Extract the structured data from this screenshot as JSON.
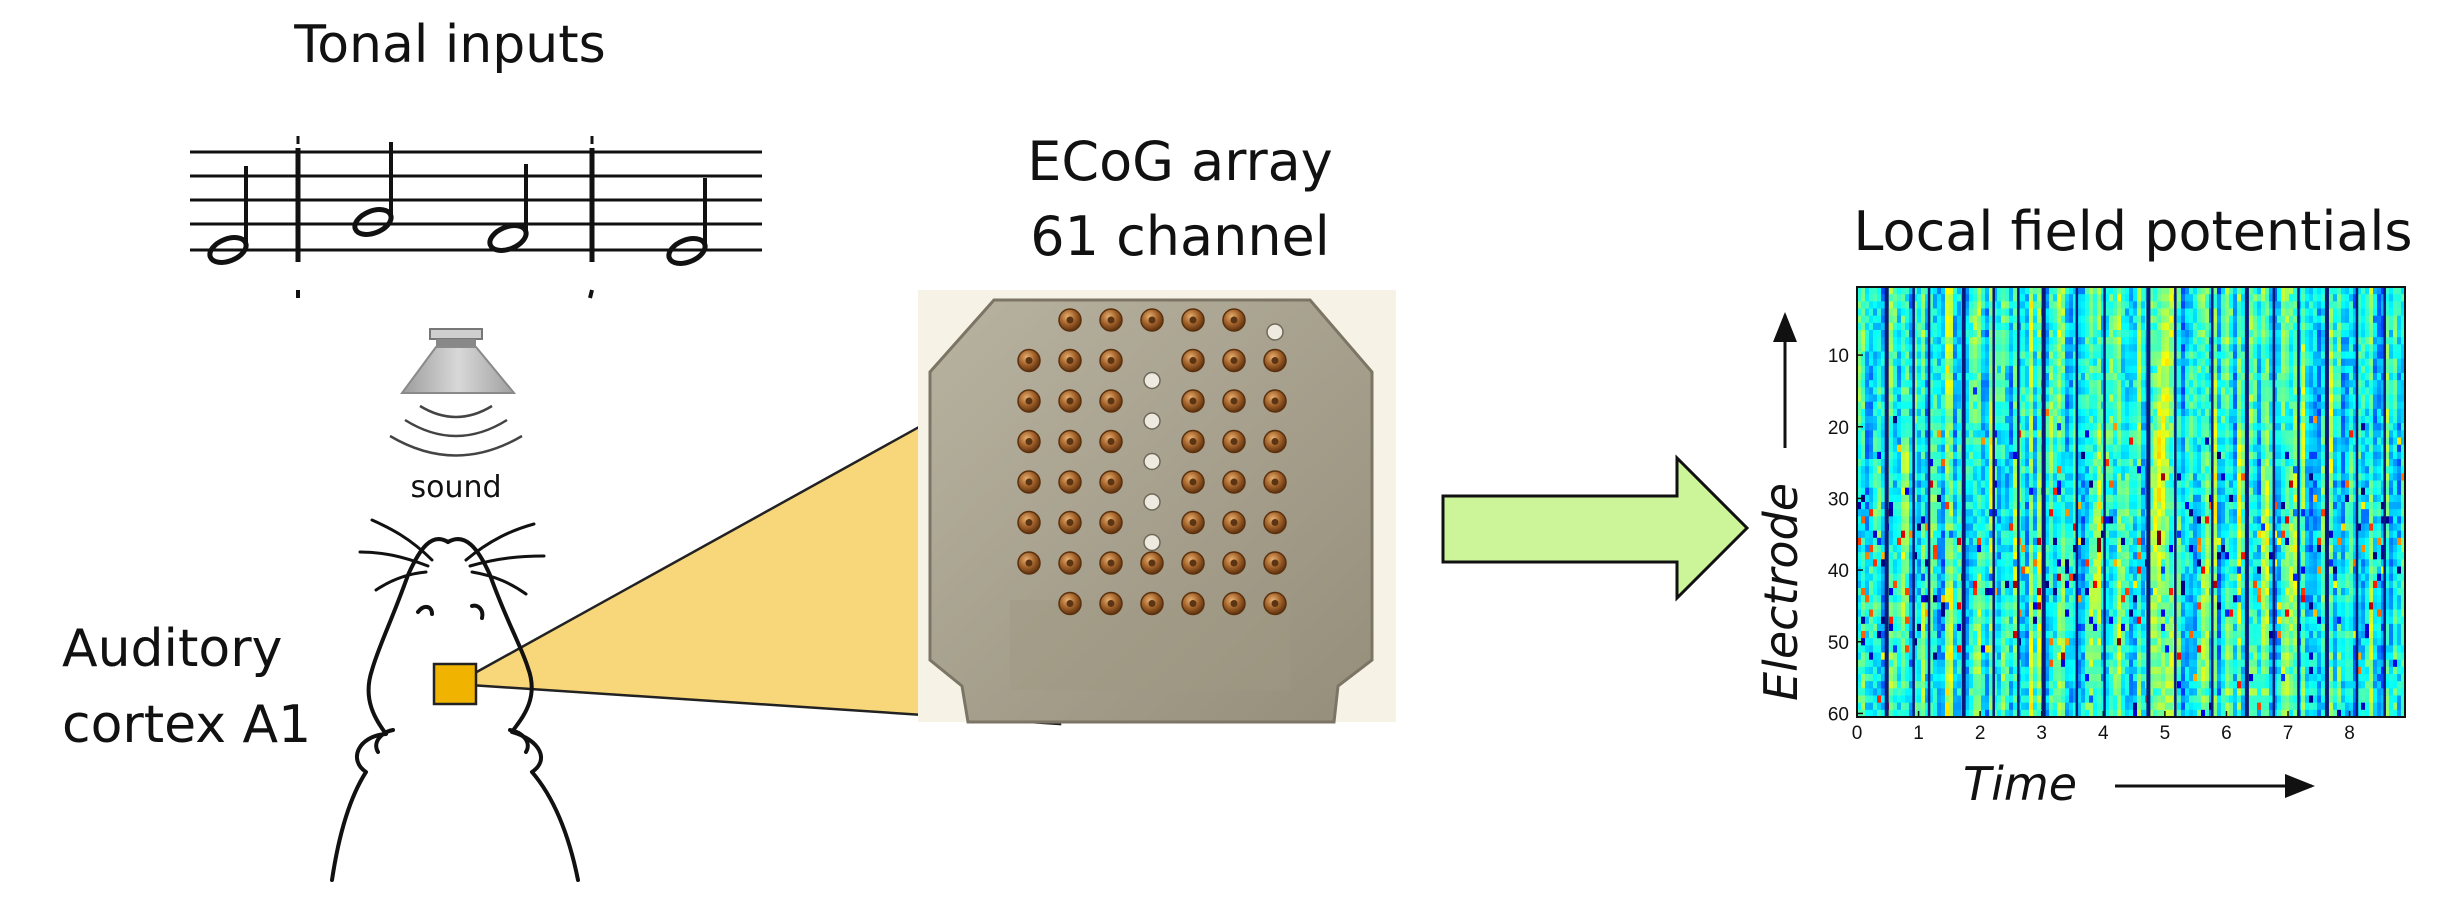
{
  "labels": {
    "tonal_inputs": "Tonal inputs",
    "sound": "sound",
    "auditory_line1": "Auditory",
    "auditory_line2": "cortex A1",
    "ecog_line1": "ECoG array",
    "ecog_line2": "61 channel",
    "lfp_title": "Local field potentials"
  },
  "icons": [
    "speaker-icon",
    "sound-wave-icon",
    "rat-icon",
    "arrow-right-icon"
  ],
  "colors": {
    "cone": "#f7d77a",
    "a1_region": "#f0b400",
    "big_arrow": "#ccf59a",
    "array_board": "#a6a08e",
    "electrode": "#9a5a22"
  },
  "chart_data": {
    "type": "heatmap",
    "xlabel": "Time",
    "ylabel": "Electrode",
    "xlim": [
      0,
      8.9
    ],
    "ylim": [
      60,
      1
    ],
    "xticks": [
      "0",
      "1",
      "2",
      "3",
      "4",
      "5",
      "6",
      "7",
      "8"
    ],
    "yticks": [
      "10",
      "20",
      "30",
      "40",
      "50",
      "60"
    ],
    "colormap": "jet",
    "dark_event_times": [
      0.45,
      0.9,
      1.15,
      1.7,
      2.2,
      2.6,
      3.0,
      3.55,
      4.0,
      4.7,
      5.15,
      5.75,
      6.3,
      6.75,
      7.15,
      7.6,
      8.1,
      8.55
    ]
  }
}
